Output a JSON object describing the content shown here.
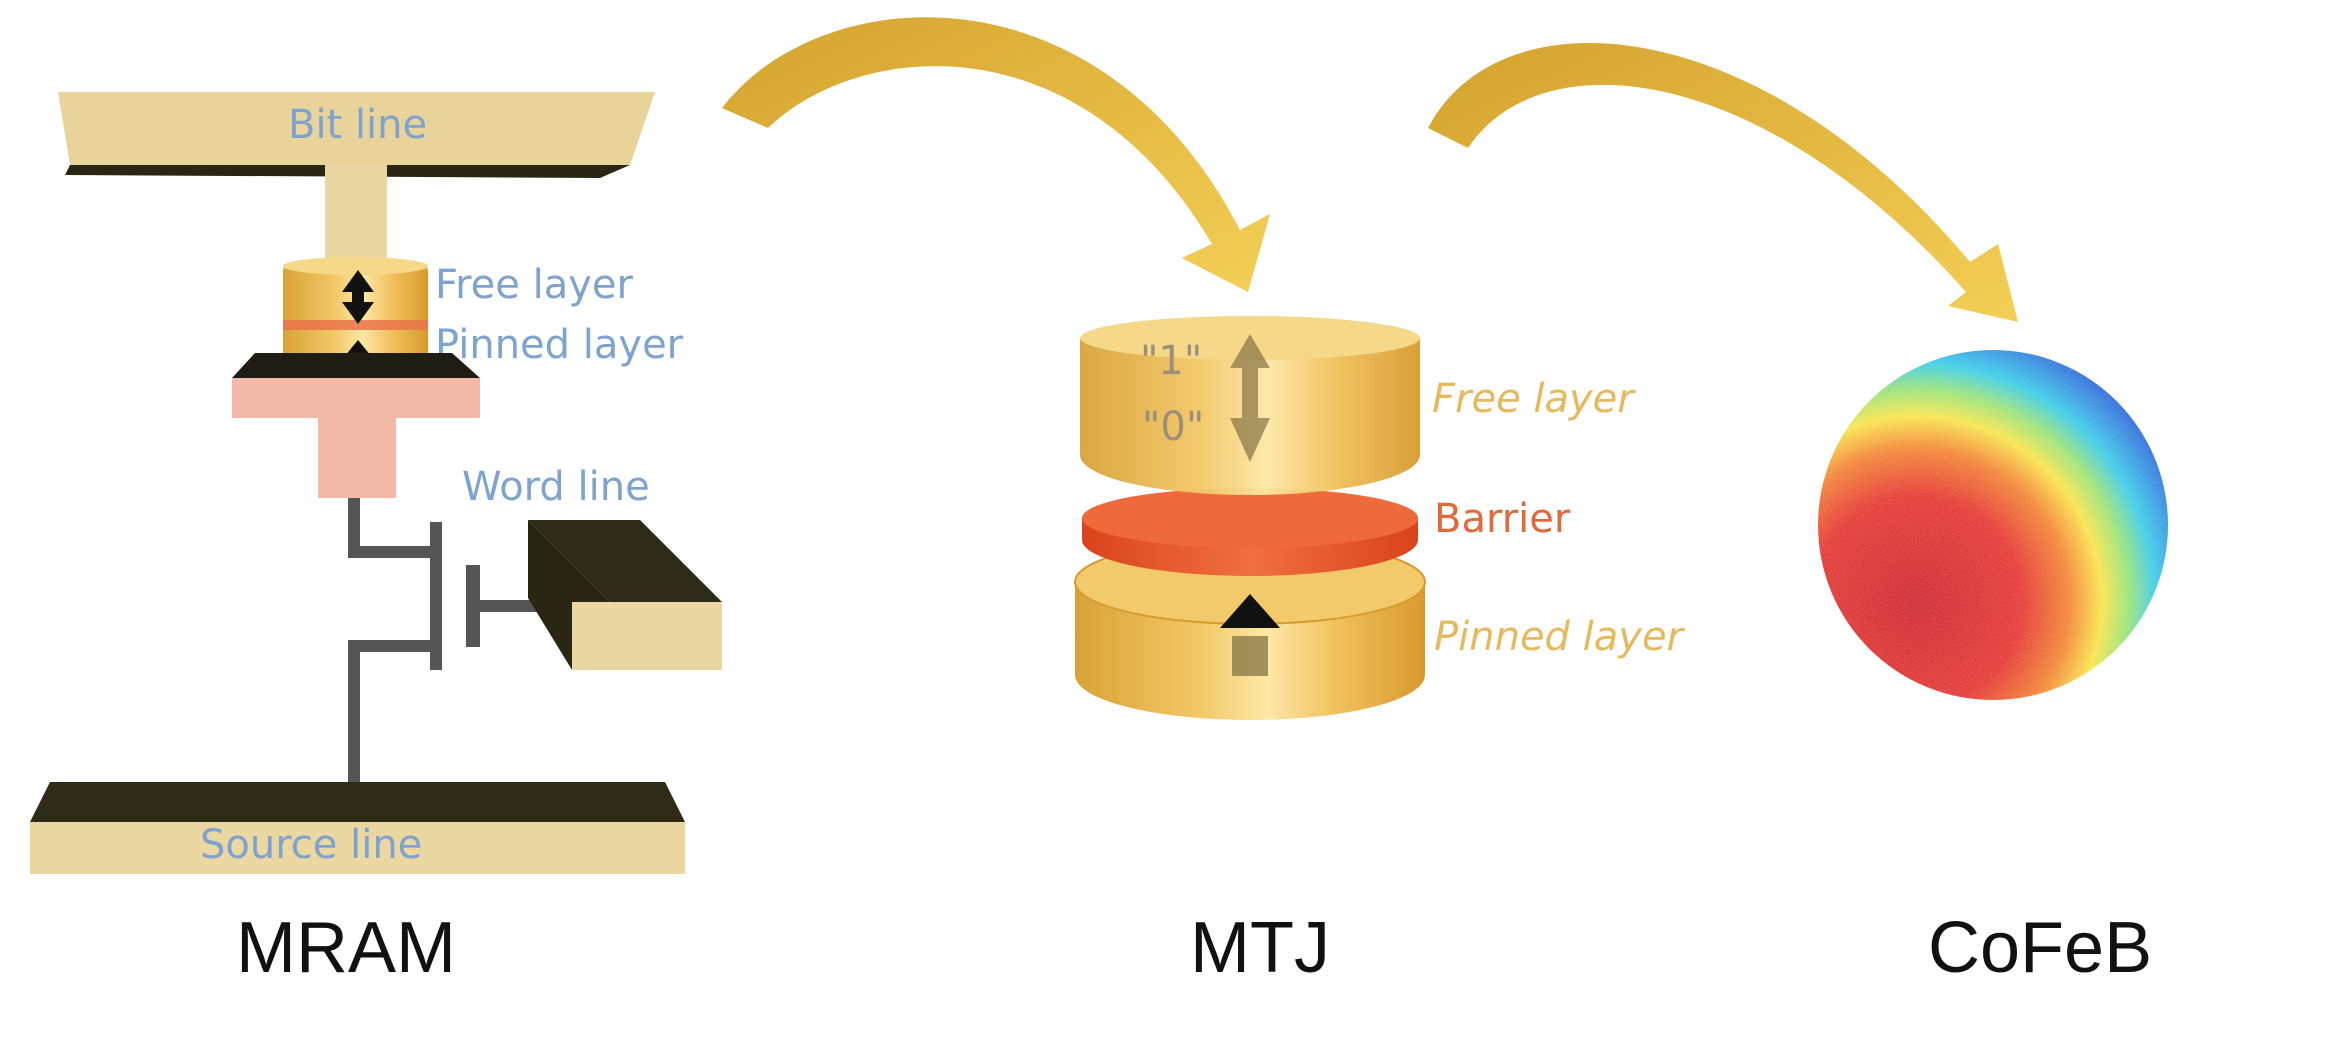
{
  "mram": {
    "bit_line": "Bit line",
    "free_layer": "Free layer",
    "pinned_layer": "Pinned layer",
    "word_line": "Word line",
    "source_line": "Source line",
    "caption": "MRAM"
  },
  "mtj": {
    "state_one": "\"1\"",
    "state_zero": "\"0\"",
    "free_layer": "Free layer",
    "barrier": "Barrier",
    "pinned_layer": "Pinned layer",
    "caption": "MTJ"
  },
  "cofeb": {
    "caption": "CoFeB"
  },
  "colors": {
    "gold": "#e8c06a",
    "barrier": "#e2562a",
    "label_blue": "#7fa3cf",
    "arrow_gold": "#e0b53a"
  }
}
